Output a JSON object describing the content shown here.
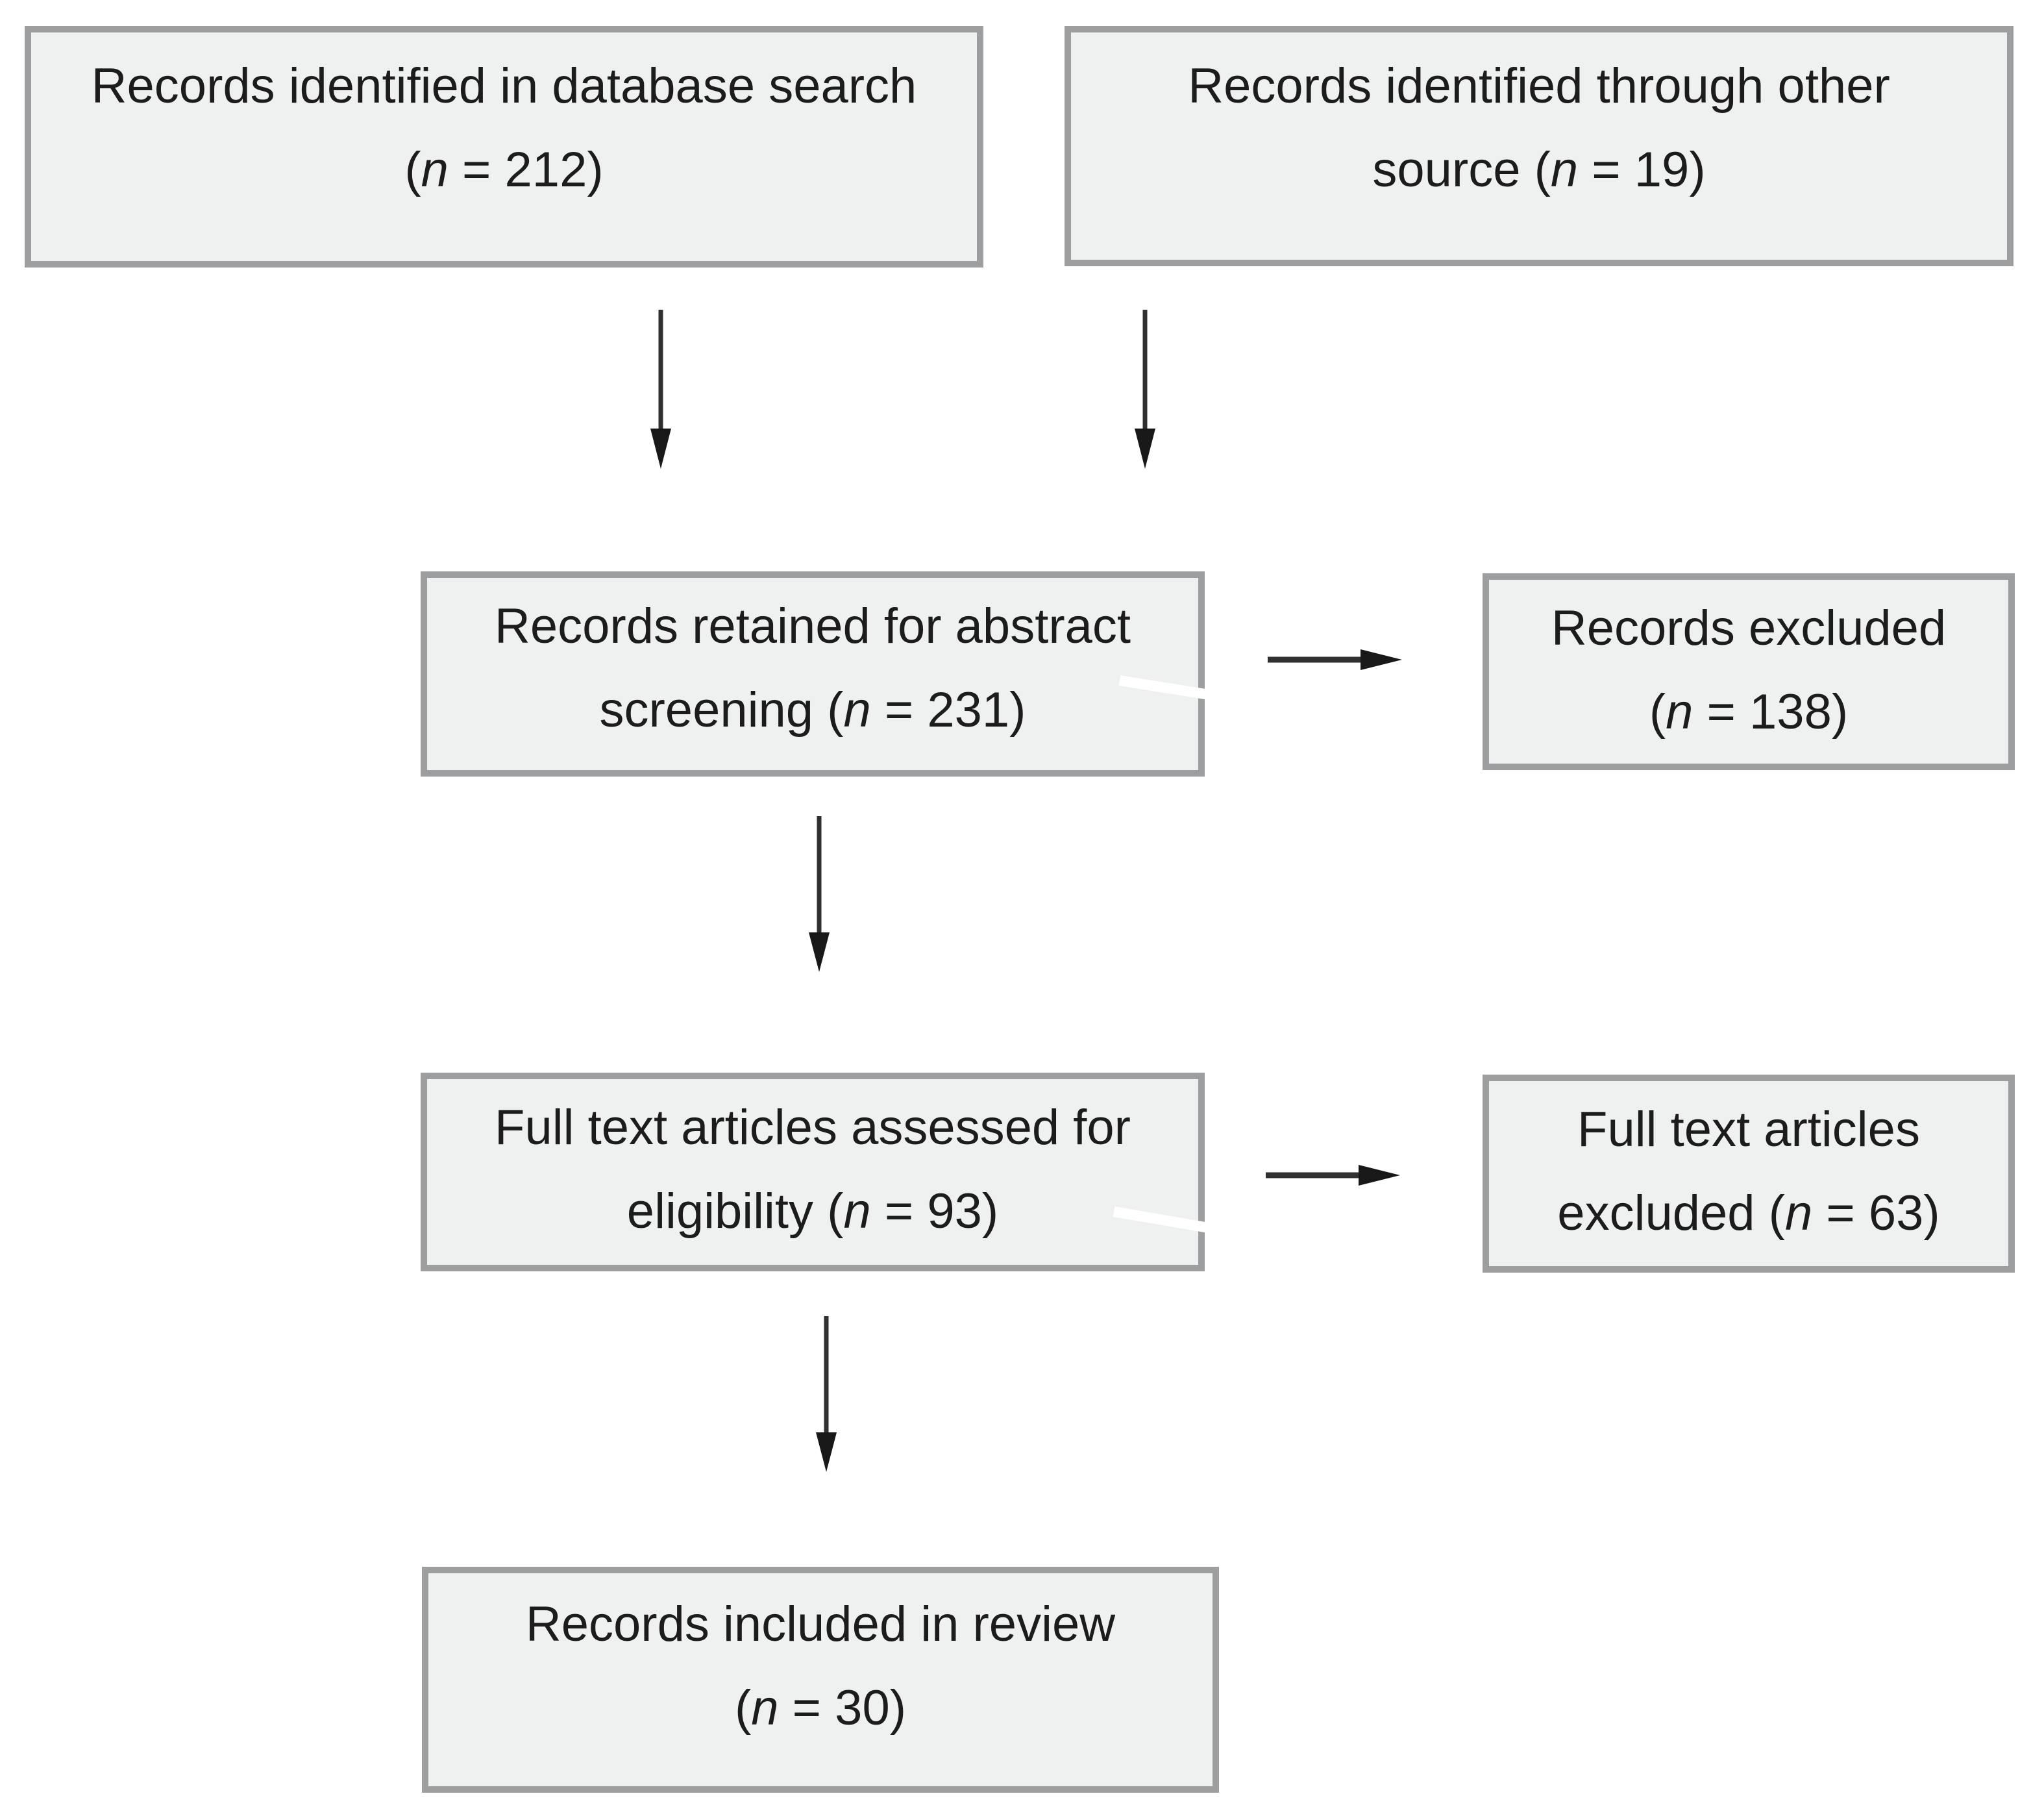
{
  "diagram": {
    "type": "prisma-flowchart",
    "boxes": {
      "db_search": {
        "line1": "Records identified in database search",
        "line2": "(n = 212)"
      },
      "other_source": {
        "line1": "Records identified through other",
        "line2": "source (n = 19)"
      },
      "abstract_screening": {
        "line1": "Records retained for abstract",
        "line2": "screening (n = 231)"
      },
      "records_excluded": {
        "line1": "Records excluded",
        "line2": "(n = 138)"
      },
      "fulltext_assessed": {
        "line1": "Full text articles assessed for",
        "line2": "eligibility (n = 93)"
      },
      "fulltext_excluded": {
        "line1": "Full text articles",
        "line2": "excluded (n = 63)"
      },
      "included_review": {
        "line1": "Records included in review",
        "line2": "(n = 30)"
      }
    },
    "counts": {
      "identified_database": 212,
      "identified_other_source": 19,
      "retained_abstract_screening": 231,
      "records_excluded": 138,
      "fulltext_assessed": 93,
      "fulltext_excluded": 63,
      "included_in_review": 30
    },
    "edges": [
      {
        "from": "db_search",
        "to": "abstract_screening",
        "direction": "down"
      },
      {
        "from": "other_source",
        "to": "abstract_screening",
        "direction": "down"
      },
      {
        "from": "abstract_screening",
        "to": "records_excluded",
        "direction": "right"
      },
      {
        "from": "abstract_screening",
        "to": "fulltext_assessed",
        "direction": "down"
      },
      {
        "from": "fulltext_assessed",
        "to": "fulltext_excluded",
        "direction": "right"
      },
      {
        "from": "fulltext_assessed",
        "to": "included_review",
        "direction": "down"
      }
    ],
    "colors": {
      "box_fill": "#eff1f0",
      "box_border": "#9c9ea0",
      "text": "#1c1c1c",
      "arrow": "#303030",
      "background": "#ffffff",
      "artifact_slash": "#ffffff"
    }
  }
}
